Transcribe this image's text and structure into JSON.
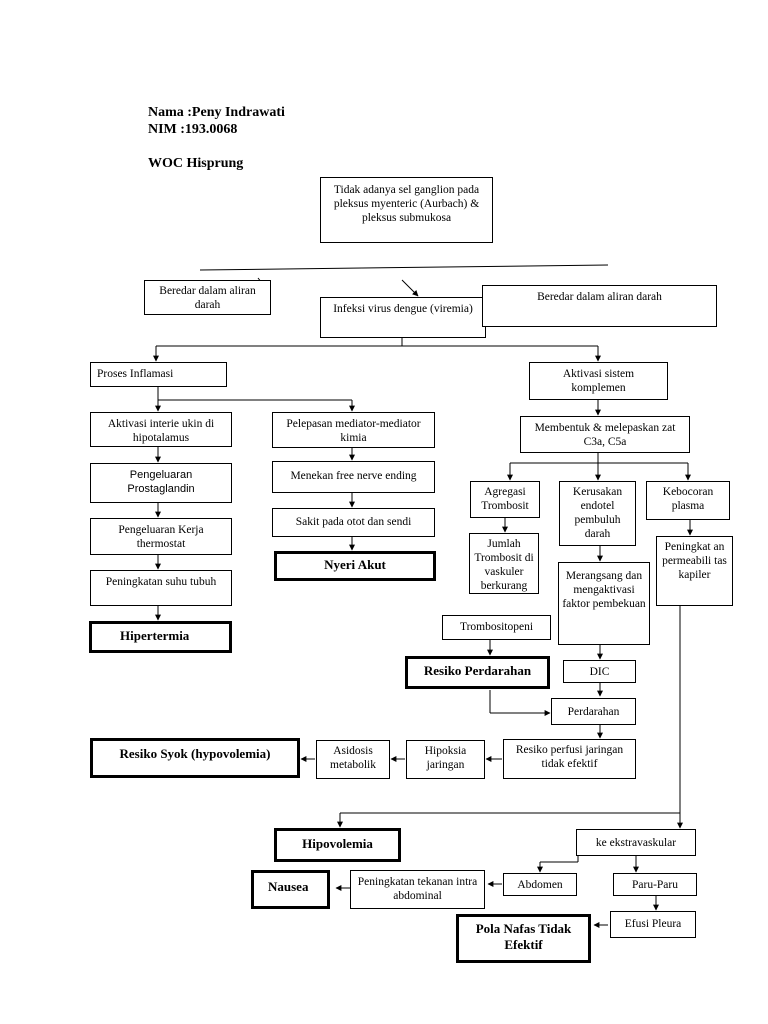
{
  "header": {
    "name": "Nama :Peny Indrawati",
    "nim": "NIM :193.0068",
    "title": "WOC Hisprung"
  },
  "nodes": {
    "ganglion": "Tidak adanya sel ganglion pada pleksus myenteric (Aurbach) & pleksus submukosa",
    "beredar_left": "Beredar dalam aliran darah",
    "infeksi": "Infeksi virus dengue (viremia)",
    "beredar_right": "Beredar dalam aliran darah",
    "inflamasi": "Proses Inflamasi",
    "komplemen": "Aktivasi sistem komplemen",
    "interleukin": "Aktivasi interie ukin di hipotalamus",
    "mediator": "Pelepasan mediator-mediator kimia",
    "c3a": "Membentuk & melepaskan zat C3a, C5a",
    "prostaglandin": "Pengeluaran Prostaglandin",
    "nerve": "Menekan free nerve ending",
    "agregasi": "Agregasi Trombosit",
    "endotel": "Kerusakan endotel pembuluh darah",
    "kebocoran": "Kebocoran plasma",
    "thermostat": "Pengeluaran Kerja thermostat",
    "otot": "Sakit pada otot dan sendi",
    "jumlah": "Jumlah Trombosit di vaskuler berkurang",
    "permeabilitas": "Peningkat an permeabili tas kapiler",
    "suhu": "Peningkatan suhu tubuh",
    "merangsang": "Merangsang dan mengaktivasi faktor pembekuan",
    "trombositopeni": "Trombositopeni",
    "dic": "DIC",
    "perdarahan": "Perdarahan",
    "asidosis": "Asidosis metabolik",
    "hipoksia": "Hipoksia jaringan",
    "perfusi": "Resiko perfusi jaringan tidak efektif",
    "ekstravaskular": "ke ekstravaskular",
    "abdomen": "Abdomen",
    "paru": "Paru-Paru",
    "tekanan": "Peningkatan tekanan intra abdominal",
    "efusi": "Efusi Pleura"
  },
  "diagnoses": {
    "hipertermia": "Hipertermia",
    "nyeri": "Nyeri Akut",
    "perdarahan": "Resiko Perdarahan",
    "syok": "Resiko Syok (hypovolemia)",
    "hipovolemia": "Hipovolemia",
    "nausea": "Nausea",
    "pola_nafas": "Pola Nafas Tidak Efektif"
  }
}
